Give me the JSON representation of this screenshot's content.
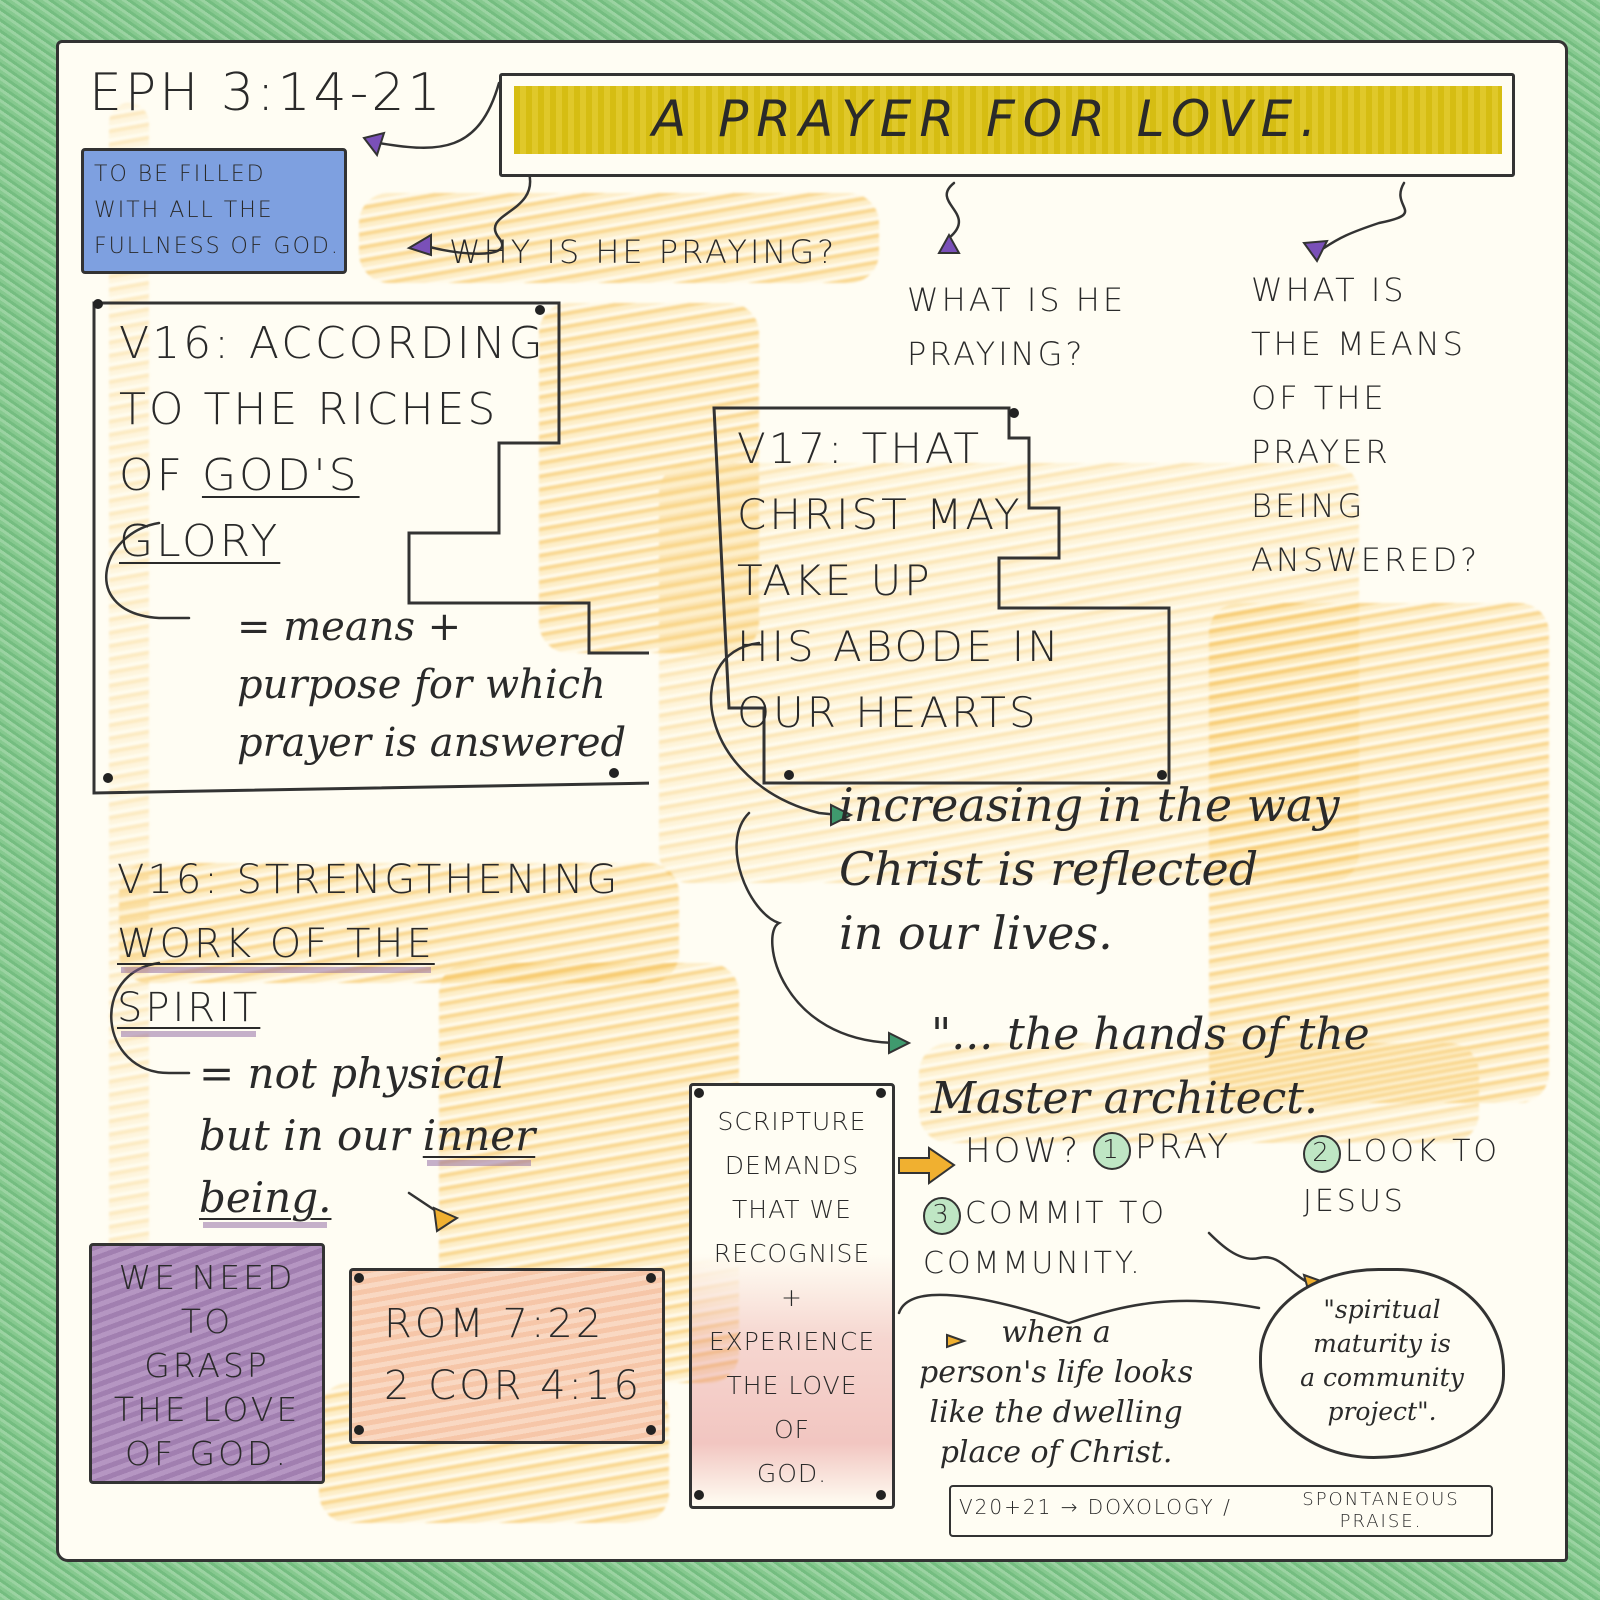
{
  "reference": "EPH 3:14-21",
  "title": "A PRAYER FOR LOVE.",
  "purpose": "TO BE FILLED\nWITH ALL THE\nFULLNESS OF GOD.",
  "questions": {
    "why": "WHY IS HE PRAYING?",
    "what": "WHAT IS HE\nPRAYING?",
    "means": "WHAT IS\nTHE MEANS\nOF THE\nPRAYER\nBEING\nANSWERED?"
  },
  "v16_glory": {
    "pre": "V16: ACCORDING\nTO THE RICHES\nOF ",
    "gods": "GOD'S",
    "glory": "GLORY",
    "note": "= means +\npurpose for which\nprayer is answered"
  },
  "v16_spirit": {
    "line1": "V16: STRENGTHENING",
    "line2": "WORK OF THE",
    "line3": "SPIRIT",
    "note_a": "= not physical",
    "note_b": "but in our ",
    "inner": "inner",
    "being": "being."
  },
  "v17": {
    "text": "V17: THAT\nCHRIST MAY\nTAKE UP\nHIS ABODE IN\nOUR HEARTS"
  },
  "reflected": "increasing in the way\nChrist is reflected\nin our lives.",
  "architect": "\"... the hands of the\nMaster architect.",
  "grasp": "WE NEED\nTO\nGRASP\nTHE LOVE\nOF GOD.",
  "references": "ROM 7:22\n2 COR 4:16",
  "scripture": "SCRIPTURE\nDEMANDS\nTHAT WE\nRECOGNISE\n+\nEXPERIENCE\nTHE LOVE\nOF\nGOD.",
  "how": {
    "label": "HOW?",
    "n1": "1",
    "s1": "PRAY",
    "n2": "2",
    "s2": "LOOK TO\nJESUS",
    "n3": "3",
    "s3": "COMMIT TO\nCOMMUNITY."
  },
  "dwelling": "when a\nperson's life looks\nlike the dwelling\nplace of Christ.",
  "maturity": "\"spiritual\nmaturity is\na community\nproject\".",
  "doxology": "V20+21 → DOXOLOGY /",
  "spontaneous": "SPONTANEOUS\nPRAISE.",
  "colors": {
    "title_band": "#d6bd12",
    "purpose_bg": "#7ea0e0",
    "grasp_bg": "#a17fb0",
    "refs_bg": "#f6c6a8",
    "scripture_accent": "#e58f8f",
    "arrow_gold": "#f0b030",
    "marker_purple": "#7a50b8",
    "marker_green": "#3f9a6e"
  }
}
